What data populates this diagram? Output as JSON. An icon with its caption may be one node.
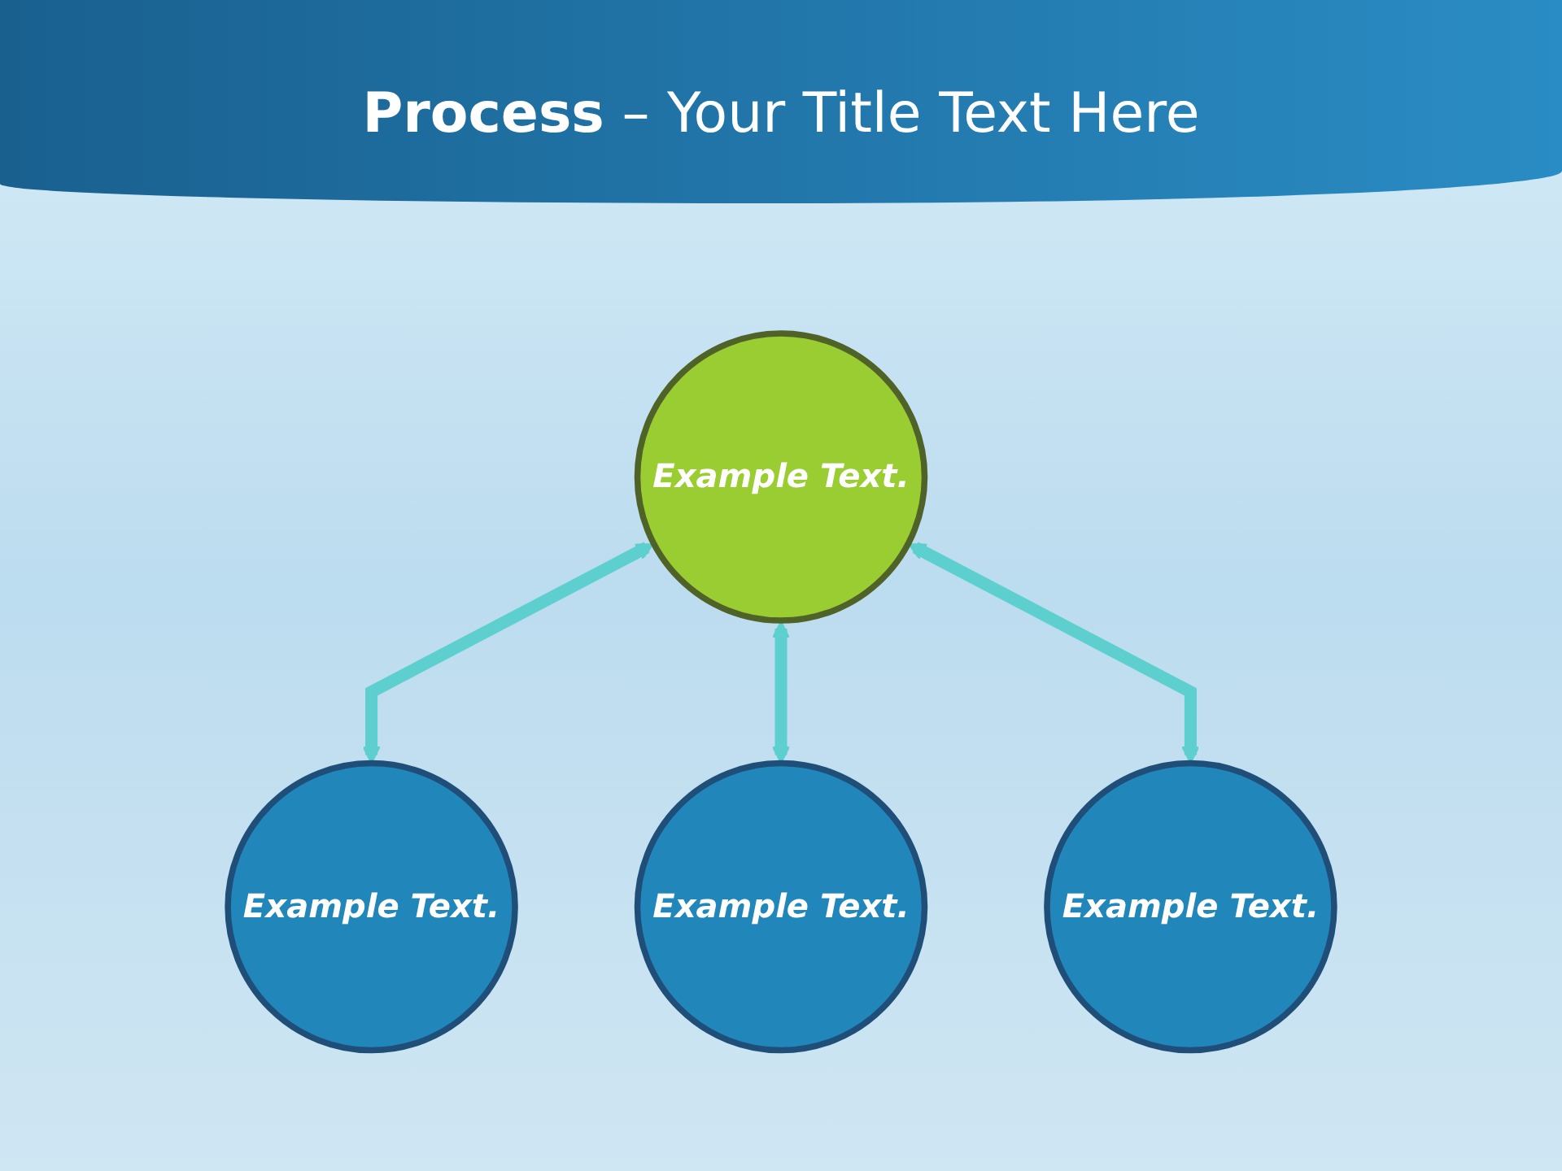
{
  "diagram": {
    "title": "**Process** – Your Title Text Here",
    "nodes": [
      {
        "text": [
          "Example Text."
        ]
      },
      {
        "text": [
          "Example Text."
        ]
      },
      {
        "text": [
          "Example Text."
        ]
      },
      {
        "text": [
          "Example Text."
        ]
      }
    ],
    "edges": [
      {
        "from": 0,
        "to": 1,
        "arrow": "both",
        "color": "#5ecfcf"
      },
      {
        "from": 0,
        "to": 2,
        "arrow": "both",
        "color": "#5ecfcf"
      },
      {
        "from": 0,
        "to": 3,
        "arrow": "both",
        "color": "#5ecfcf"
      }
    ]
  }
}
